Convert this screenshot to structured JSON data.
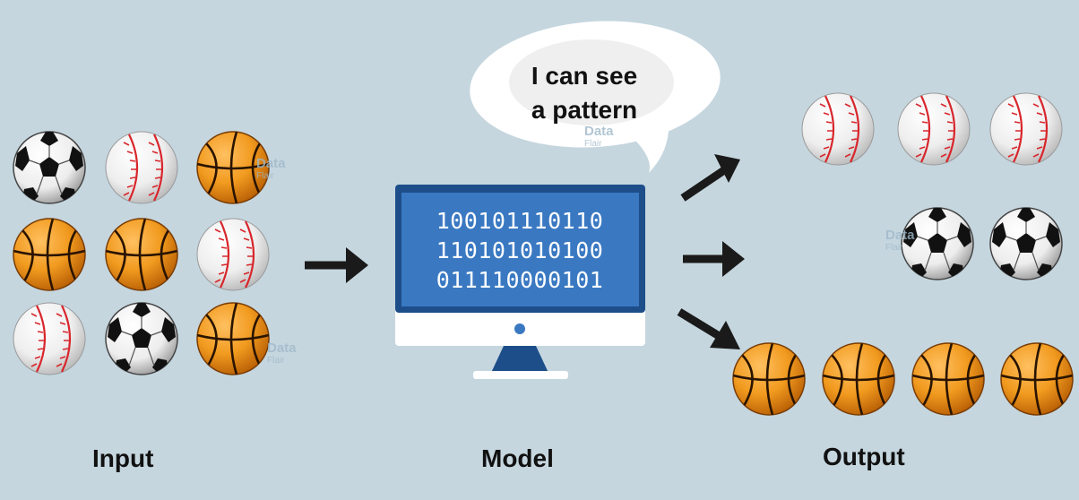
{
  "labels": {
    "input": "Input",
    "model": "Model",
    "output": "Output"
  },
  "speech_bubble": {
    "line1": "I can see",
    "line2": "a pattern"
  },
  "monitor": {
    "binary": [
      "100101110110",
      "110101010100",
      "011110000101"
    ]
  },
  "balls": {
    "input_grid": [
      [
        "soccer",
        "baseball",
        "basketball"
      ],
      [
        "basketball",
        "basketball",
        "baseball"
      ],
      [
        "baseball",
        "soccer",
        "basketball"
      ]
    ],
    "output_groups": [
      {
        "type": "baseball",
        "count": 3
      },
      {
        "type": "soccer",
        "count": 2
      },
      {
        "type": "basketball",
        "count": 4
      }
    ]
  },
  "watermark": {
    "name": "Data",
    "sub": "Flair"
  },
  "colors": {
    "background": "#c5d6df",
    "monitor_frame": "#1d4e89",
    "monitor_screen": "#3a79c2",
    "basketball": "#f19a1f",
    "baseball_stitch": "#d8262c",
    "arrow": "#1a1a1a"
  }
}
